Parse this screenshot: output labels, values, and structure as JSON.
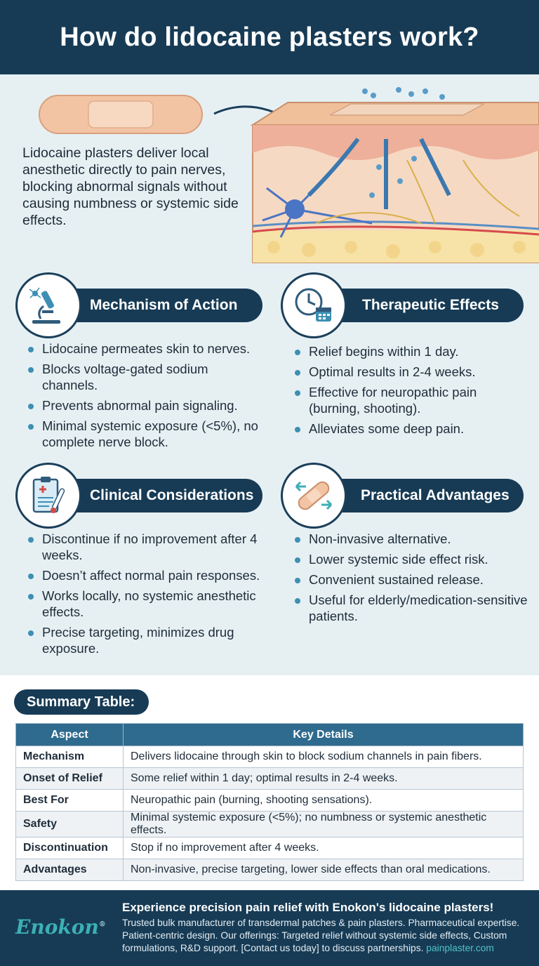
{
  "header": {
    "title": "How do lidocaine plasters work?"
  },
  "intro": {
    "text": "Lidocaine plasters deliver local anesthetic directly to pain nerves, blocking abnormal signals without causing numbness or systemic side effects."
  },
  "sections": [
    {
      "title": "Mechanism of Action",
      "icon": "microscope-icon",
      "bullets": [
        "Lidocaine permeates skin to nerves.",
        "Blocks voltage-gated sodium channels.",
        "Prevents abnormal pain signaling.",
        "Minimal systemic exposure (<5%), no complete nerve block."
      ]
    },
    {
      "title": "Therapeutic Effects",
      "icon": "clock-calendar-icon",
      "bullets": [
        "Relief begins within 1 day.",
        "Optimal results in 2-4 weeks.",
        "Effective for neuropathic pain (burning, shooting).",
        "Alleviates some deep pain."
      ]
    },
    {
      "title": "Clinical Considerations",
      "icon": "clipboard-thermometer-icon",
      "bullets": [
        "Discontinue if no improvement after 4 weeks.",
        "Doesn’t affect normal pain responses.",
        "Works locally, no systemic anesthetic effects.",
        "Precise targeting, minimizes drug exposure."
      ]
    },
    {
      "title": "Practical Advantages",
      "icon": "bandage-arrows-icon",
      "bullets": [
        "Non-invasive alternative.",
        "Lower systemic side effect risk.",
        "Convenient sustained release.",
        "Useful for elderly/medication-sensitive patients."
      ]
    }
  ],
  "summary": {
    "title": "Summary Table:",
    "headers": [
      "Aspect",
      "Key Details"
    ],
    "rows": [
      [
        "Mechanism",
        "Delivers lidocaine through skin to block sodium channels in pain fibers."
      ],
      [
        "Onset of Relief",
        "Some relief within 1 day; optimal results in 2-4 weeks."
      ],
      [
        "Best For",
        "Neuropathic pain (burning, shooting sensations)."
      ],
      [
        "Safety",
        "Minimal systemic exposure (<5%); no numbness or systemic anesthetic effects."
      ],
      [
        "Discontinuation",
        "Stop if no improvement after 4 weeks."
      ],
      [
        "Advantages",
        "Non-invasive, precise targeting, lower side effects than oral medications."
      ]
    ]
  },
  "footer": {
    "brand": "Enokon",
    "brand_mark": "®",
    "title": "Experience precision pain relief with Enokon's lidocaine plasters!",
    "text": "Trusted bulk manufacturer of transdermal patches & pain plasters. Pharmaceutical expertise. Patient-centric design. Our offerings: Targeted relief without systemic side effects, Custom formulations, R&D support. [Contact us today] to discuss partnerships.",
    "link": "painplaster.com"
  },
  "colors": {
    "navy": "#173b55",
    "light_bg": "#e6f0f3",
    "accent_blue": "#2f6b8e",
    "bullet": "#3d8fb3",
    "brand_teal": "#3cb0b6"
  }
}
